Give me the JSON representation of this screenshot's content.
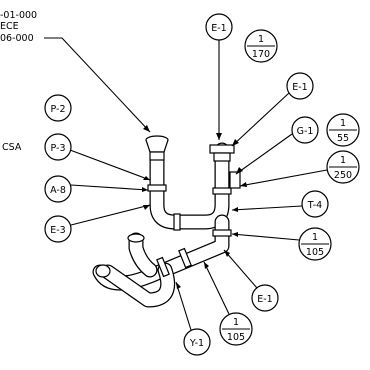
{
  "header_notes": [
    "-01-000",
    "ECE",
    "06-000"
  ],
  "callouts": {
    "p2": "P-2",
    "p3": "P-3",
    "p3_prefix": "CSA",
    "a8": "A-8",
    "e3": "E-3",
    "e1_top": "E-1",
    "e1_mid": "E-1",
    "g1": "G-1",
    "t4": "T-4",
    "e1_low": "E-1",
    "y1": "Y-1"
  },
  "ratios": {
    "r170": {
      "num": "1",
      "den": "170"
    },
    "r55": {
      "num": "1",
      "den": "55"
    },
    "r250": {
      "num": "1",
      "den": "250"
    },
    "r105a": {
      "num": "1",
      "den": "105"
    },
    "r105b": {
      "num": "1",
      "den": "105"
    }
  }
}
